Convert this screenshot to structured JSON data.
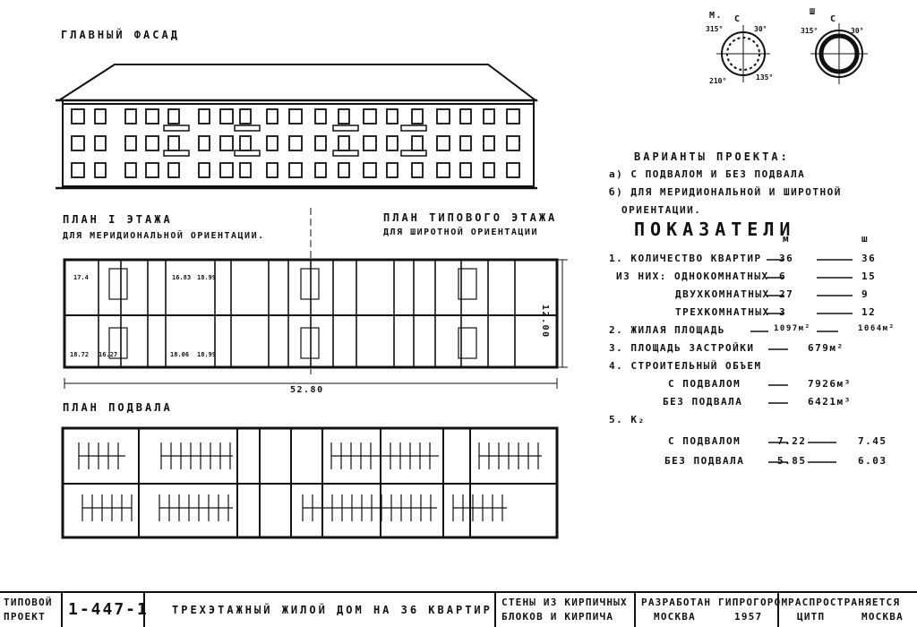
{
  "facade": {
    "title": "ГЛАВНЫЙ ФАСАД"
  },
  "compass": {
    "m": {
      "label": "М.",
      "n": "С",
      "a": "315°",
      "b": "30°",
      "c": "210°",
      "d": "135°"
    },
    "sh": {
      "label": "Ш",
      "n": "С",
      "a": "315°",
      "b": "30°"
    }
  },
  "variants": {
    "title": "ВАРИАНТЫ ПРОЕКТА:",
    "a": "а) С ПОДВАЛОМ И БЕЗ ПОДВАЛА",
    "b1": "б) ДЛЯ МЕРИДИОНАЛЬНОЙ И ШИРОТНОЙ",
    "b2": "ОРИЕНТАЦИИ."
  },
  "plan1": {
    "title": "ПЛАН I ЭТАЖА",
    "sub": "ДЛЯ МЕРИДИОНАЛЬНОЙ ОРИЕНТАЦИИ."
  },
  "plan2": {
    "title": "ПЛАН ТИПОВОГО ЭТАЖА",
    "sub": "ДЛЯ ШИРОТНОЙ ОРИЕНТАЦИИ"
  },
  "plan_dims": {
    "r1": "17.4",
    "r2": "16.83",
    "r3": "18.99",
    "r4": "18.72",
    "r5": "16.27",
    "r6": "18.06",
    "r7": "18.99",
    "width": "52.80",
    "depth": "12.00"
  },
  "basement": {
    "title": "ПЛАН ПОДВАЛА"
  },
  "indicators": {
    "title": "ПОКАЗАТЕЛИ",
    "col_m": "м",
    "col_sh": "ш",
    "rows": [
      {
        "label": "1. КОЛИЧЕСТВО КВАРТИР",
        "m": "36",
        "sh": "36"
      },
      {
        "label": "ИЗ НИХ: ОДНОКОМНАТНЫХ",
        "m": "6",
        "sh": "15"
      },
      {
        "label": "ДВУХКОМНАТНЫХ",
        "m": "27",
        "sh": "9"
      },
      {
        "label": "ТРЕХКОМНАТНЫХ",
        "m": "3",
        "sh": "12"
      },
      {
        "label": "2. ЖИЛАЯ ПЛОЩАДЬ",
        "m": "1097м²",
        "sh": "1064м²"
      },
      {
        "label": "3. ПЛОЩАДЬ ЗАСТРОЙКИ",
        "m": "679м²",
        "sh": ""
      },
      {
        "label": "4. СТРОИТЕЛЬНЫЙ ОБЪЕМ",
        "m": "",
        "sh": ""
      },
      {
        "label": "С ПОДВАЛОМ",
        "m": "7926м³",
        "sh": ""
      },
      {
        "label": "БЕЗ ПОДВАЛА",
        "m": "6421м³",
        "sh": ""
      },
      {
        "label": "5. К₂",
        "m": "",
        "sh": ""
      },
      {
        "label": "С ПОДВАЛОМ",
        "m": "7.22",
        "sh": "7.45"
      },
      {
        "label": "БЕЗ ПОДВАЛА",
        "m": "5.85",
        "sh": "6.03"
      }
    ]
  },
  "stamp": {
    "type1": "ТИПОВОЙ",
    "type2": "ПРОЕКТ",
    "number": "1-447-1",
    "name": "ТРЕХЭТАЖНЫЙ ЖИЛОЙ ДОМ НА 36 КВАРТИР",
    "walls1": "СТЕНЫ ИЗ КИРПИЧНЫХ",
    "walls2": "БЛОКОВ И КИРПИЧА",
    "dev1": "РАЗРАБОТАН ГИПРОГОРОМ",
    "dev2": "МОСКВА",
    "year": "1957",
    "dist1": "РАСПРОСТРАНЯЕТСЯ",
    "dist2": "ЦИТП",
    "dist3": "МОСКВА"
  }
}
